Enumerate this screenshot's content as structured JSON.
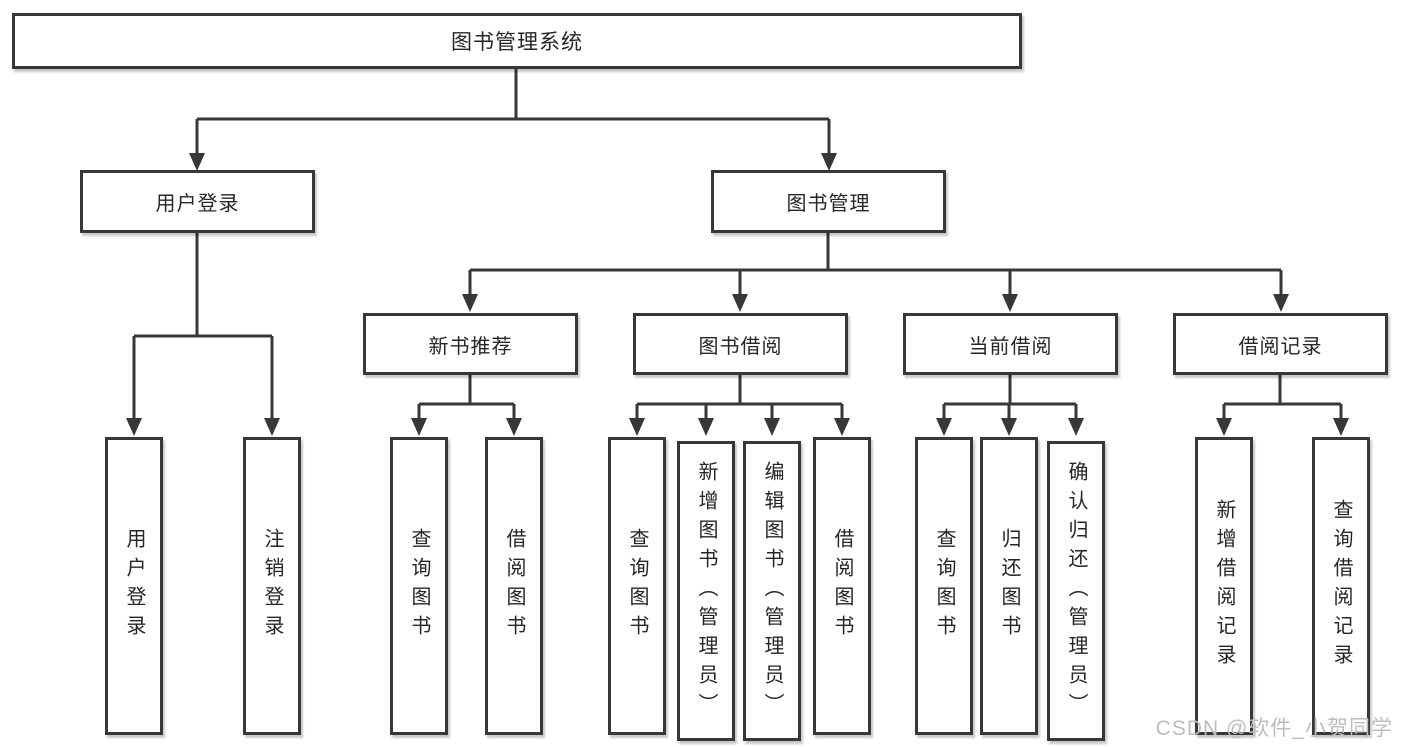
{
  "tree": {
    "root": "图书管理系统",
    "branches": [
      {
        "label": "用户登录",
        "children": [
          "用户登录",
          "注销登录"
        ]
      },
      {
        "label": "图书管理",
        "groups": [
          {
            "label": "新书推荐",
            "children": [
              "查询图书",
              "借阅图书"
            ]
          },
          {
            "label": "图书借阅",
            "children": [
              "查询图书",
              "新增图书（管理员）",
              "编辑图书（管理员）",
              "借阅图书"
            ]
          },
          {
            "label": "当前借阅",
            "children": [
              "查询图书",
              "归还图书",
              "确认归还（管理员）"
            ]
          },
          {
            "label": "借阅记录",
            "children": [
              "新增借阅记录",
              "查询借阅记录"
            ]
          }
        ]
      }
    ]
  },
  "watermark": "CSDN @软件_小贺同学",
  "colors": {
    "line": "#373737",
    "box_border": "#373737",
    "box_fill": "#ffffff",
    "text": "#262626",
    "watermark": "#bdbdbd",
    "background": "#ffffff"
  }
}
